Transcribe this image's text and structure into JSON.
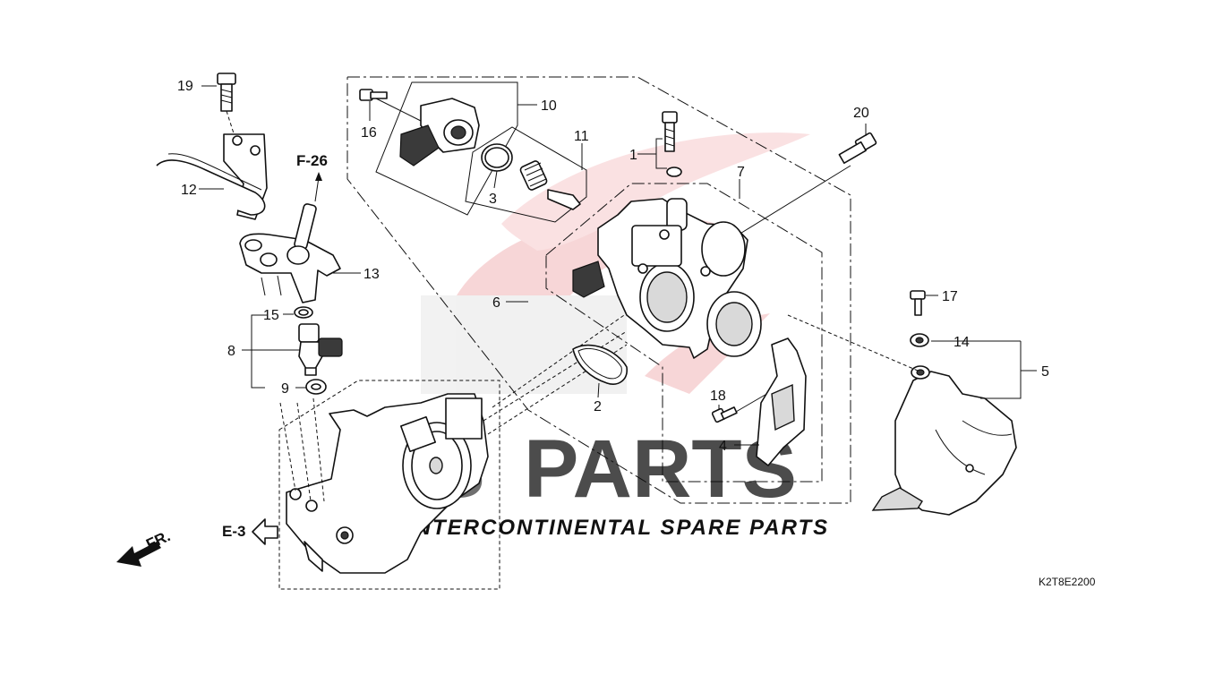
{
  "diagram": {
    "callouts": [
      "1",
      "2",
      "3",
      "4",
      "5",
      "6",
      "7",
      "8",
      "9",
      "10",
      "11",
      "12",
      "13",
      "14",
      "15",
      "16",
      "17",
      "18",
      "19",
      "20"
    ],
    "refs": {
      "f26": "F-26",
      "e3": "E-3",
      "front": "FR."
    },
    "drawing_code": "K2T8E2200"
  },
  "watermark": {
    "brand_a": "IS",
    "brand_b": "PARTS",
    "tagline": "INTERCONTINENTAL SPARE PARTS",
    "color_red": "#e8323c",
    "color_gray": "#d0d0d0"
  }
}
